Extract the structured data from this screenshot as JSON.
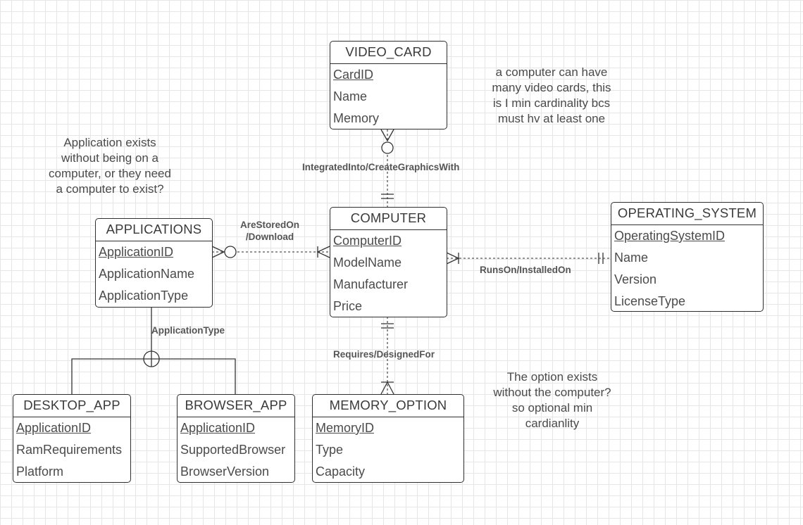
{
  "entities": {
    "video_card": {
      "title": "VIDEO_CARD",
      "attrs": [
        "CardID",
        "Name",
        "Memory"
      ]
    },
    "computer": {
      "title": "COMPUTER",
      "attrs": [
        "ComputerID",
        "ModelName",
        "Manufacturer",
        "Price"
      ]
    },
    "operating_system": {
      "title": "OPERATING_SYSTEM",
      "attrs": [
        "OperatingSystemID",
        "Name",
        "Version",
        "LicenseType"
      ]
    },
    "applications": {
      "title": "APPLICATIONS",
      "attrs": [
        "ApplicationID",
        "ApplicationName",
        "ApplicationType"
      ]
    },
    "desktop_app": {
      "title": "DESKTOP_APP",
      "attrs": [
        "ApplicationID",
        "RamRequirements",
        "Platform"
      ]
    },
    "browser_app": {
      "title": "BROWSER_APP",
      "attrs": [
        "ApplicationID",
        "SupportedBrowser",
        "BrowserVersion"
      ]
    },
    "memory_option": {
      "title": "MEMORY_OPTION",
      "attrs": [
        "MemoryID",
        "Type",
        "Capacity"
      ]
    }
  },
  "relationships": {
    "integrated_into": "IntegratedInto/CreateGraphicsWith",
    "are_stored_on_1": "AreStoredOn",
    "are_stored_on_2": "/Download",
    "runs_on": "RunsOn/InstalledOn",
    "requires": "Requires/DesignedFor",
    "application_type": "ApplicationType"
  },
  "notes": {
    "video_card_note": [
      "a computer can have",
      "many video cards, this",
      "is I min cardinality bcs",
      "must hv at least one"
    ],
    "application_note": [
      "Application exists",
      "without being on a",
      "computer, or they need",
      "a computer to exist?"
    ],
    "memory_note": [
      "The option exists",
      "without the computer?",
      "so optional min",
      "cardianlity"
    ]
  },
  "colors": {
    "line": "#2e2e2e",
    "dashed": "#777777",
    "grid": "#e6e6e6"
  }
}
